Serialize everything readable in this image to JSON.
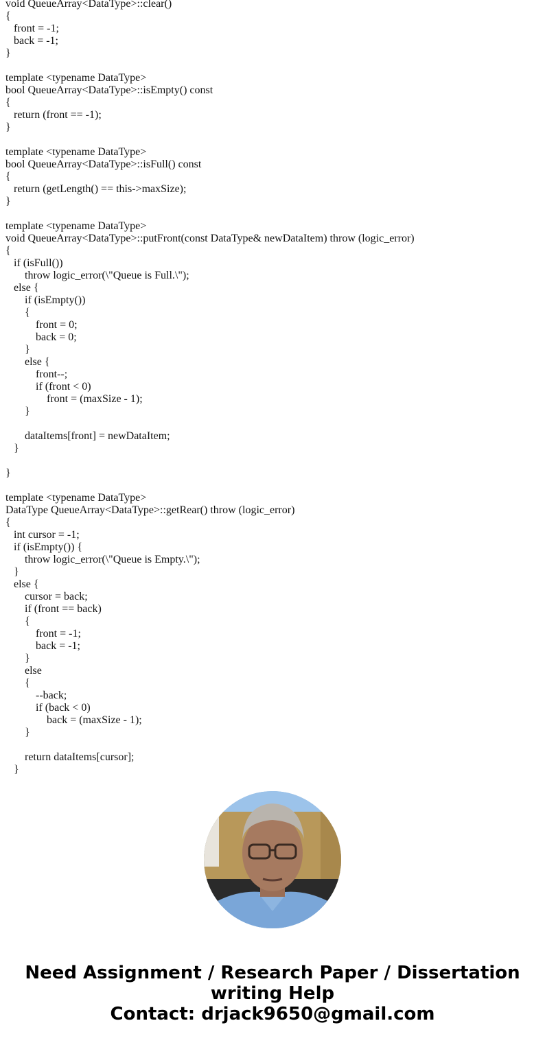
{
  "code": {
    "lines": [
      {
        "indent": 0,
        "text": "void QueueArray<DataType>::clear()"
      },
      {
        "indent": 0,
        "text": "{"
      },
      {
        "indent": 1,
        "text": "front = -1;"
      },
      {
        "indent": 1,
        "text": "back = -1;"
      },
      {
        "indent": 0,
        "text": "}"
      },
      {
        "indent": 0,
        "text": ""
      },
      {
        "indent": 0,
        "text": "template <typename DataType>"
      },
      {
        "indent": 0,
        "text": "bool QueueArray<DataType>::isEmpty() const"
      },
      {
        "indent": 0,
        "text": "{"
      },
      {
        "indent": 1,
        "text": "return (front == -1);"
      },
      {
        "indent": 0,
        "text": "}"
      },
      {
        "indent": 0,
        "text": ""
      },
      {
        "indent": 0,
        "text": "template <typename DataType>"
      },
      {
        "indent": 0,
        "text": "bool QueueArray<DataType>::isFull() const"
      },
      {
        "indent": 0,
        "text": "{"
      },
      {
        "indent": 1,
        "text": "return (getLength() == this->maxSize);"
      },
      {
        "indent": 0,
        "text": "}"
      },
      {
        "indent": 0,
        "text": ""
      },
      {
        "indent": 0,
        "text": "template <typename DataType>"
      },
      {
        "indent": 0,
        "text": "void QueueArray<DataType>::putFront(const DataType& newDataItem) throw (logic_error)"
      },
      {
        "indent": 0,
        "text": "{"
      },
      {
        "indent": 1,
        "text": "if (isFull())"
      },
      {
        "indent": 2,
        "text": "throw logic_error(\\\"Queue is Full.\\\");"
      },
      {
        "indent": 1,
        "text": "else {"
      },
      {
        "indent": 2,
        "text": "if (isEmpty())"
      },
      {
        "indent": 2,
        "text": "{"
      },
      {
        "indent": 3,
        "text": "front = 0;"
      },
      {
        "indent": 3,
        "text": "back = 0;"
      },
      {
        "indent": 2,
        "text": "}"
      },
      {
        "indent": 2,
        "text": "else {"
      },
      {
        "indent": 3,
        "text": "front--;"
      },
      {
        "indent": 3,
        "text": "if (front < 0)"
      },
      {
        "indent": 4,
        "text": "front = (maxSize - 1);"
      },
      {
        "indent": 2,
        "text": "}"
      },
      {
        "indent": 0,
        "text": ""
      },
      {
        "indent": 2,
        "text": "dataItems[front] = newDataItem;"
      },
      {
        "indent": 1,
        "text": "}"
      },
      {
        "indent": 0,
        "text": ""
      },
      {
        "indent": 0,
        "text": "}"
      },
      {
        "indent": 0,
        "text": ""
      },
      {
        "indent": 0,
        "text": "template <typename DataType>"
      },
      {
        "indent": 0,
        "text": "DataType QueueArray<DataType>::getRear() throw (logic_error)"
      },
      {
        "indent": 0,
        "text": "{"
      },
      {
        "indent": 1,
        "text": "int cursor = -1;"
      },
      {
        "indent": 1,
        "text": "if (isEmpty()) {"
      },
      {
        "indent": 2,
        "text": "throw logic_error(\\\"Queue is Empty.\\\");"
      },
      {
        "indent": 1,
        "text": "}"
      },
      {
        "indent": 1,
        "text": "else {"
      },
      {
        "indent": 2,
        "text": "cursor = back;"
      },
      {
        "indent": 2,
        "text": "if (front == back)"
      },
      {
        "indent": 2,
        "text": "{"
      },
      {
        "indent": 3,
        "text": "front = -1;"
      },
      {
        "indent": 3,
        "text": "back = -1;"
      },
      {
        "indent": 2,
        "text": "}"
      },
      {
        "indent": 2,
        "text": "else"
      },
      {
        "indent": 2,
        "text": "{"
      },
      {
        "indent": 3,
        "text": "--back;"
      },
      {
        "indent": 3,
        "text": "if (back < 0)"
      },
      {
        "indent": 4,
        "text": "back = (maxSize - 1);"
      },
      {
        "indent": 2,
        "text": "}"
      },
      {
        "indent": 0,
        "text": ""
      },
      {
        "indent": 2,
        "text": "return dataItems[cursor];"
      },
      {
        "indent": 1,
        "text": "}"
      }
    ]
  },
  "avatar": {
    "icon": "author-portrait-photo",
    "colors": {
      "sky": "#9cc3ea",
      "wall": "#b8985a",
      "shirt": "#7aa6d8",
      "skin": "#a67a60",
      "hair": "#b9b4ad"
    }
  },
  "footer": {
    "line1": "Need Assignment / Research Paper / Dissertation",
    "line2": "writing Help",
    "line3": "Contact: drjack9650@gmail.com"
  }
}
